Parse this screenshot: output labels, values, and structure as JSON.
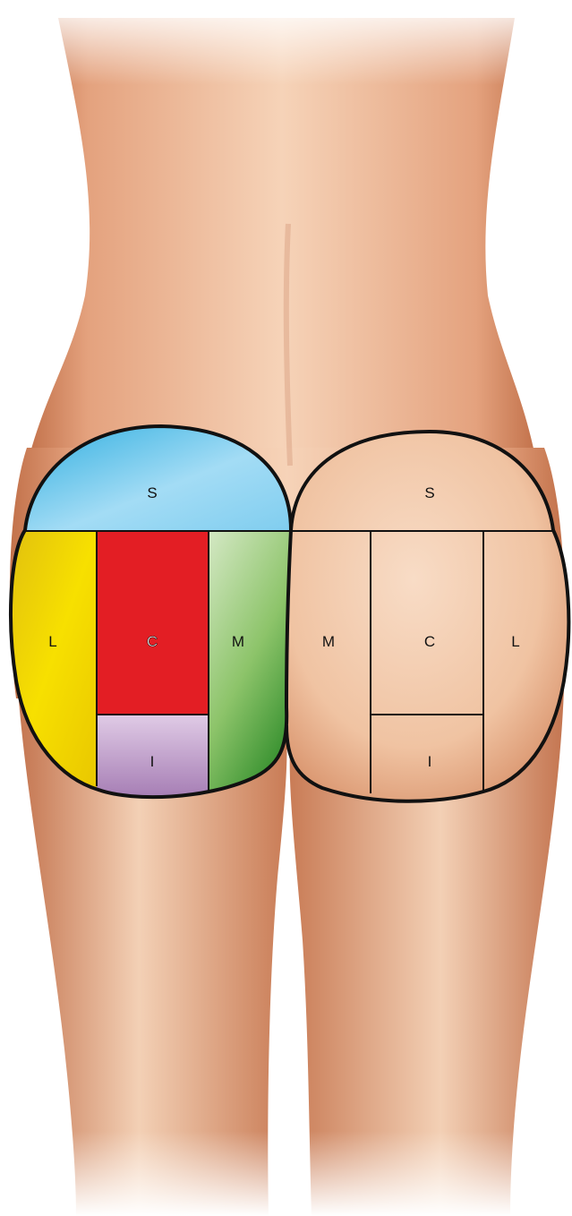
{
  "colors": {
    "background": "#ffffff",
    "skin": "#efc2a0",
    "skin_shadow": "#c8774f",
    "superior": "#7ccfee",
    "lateral": "#f2d600",
    "central": "#e31e24",
    "medial": "#8cc36b",
    "inferior": "#c39ccc",
    "outline": "#111111"
  },
  "left_buttock": {
    "superior": "S",
    "lateral": "L",
    "central": "C",
    "medial": "M",
    "inferior": "I"
  },
  "right_buttock": {
    "superior": "S",
    "medial": "M",
    "central": "C",
    "lateral": "L",
    "inferior": "I"
  }
}
